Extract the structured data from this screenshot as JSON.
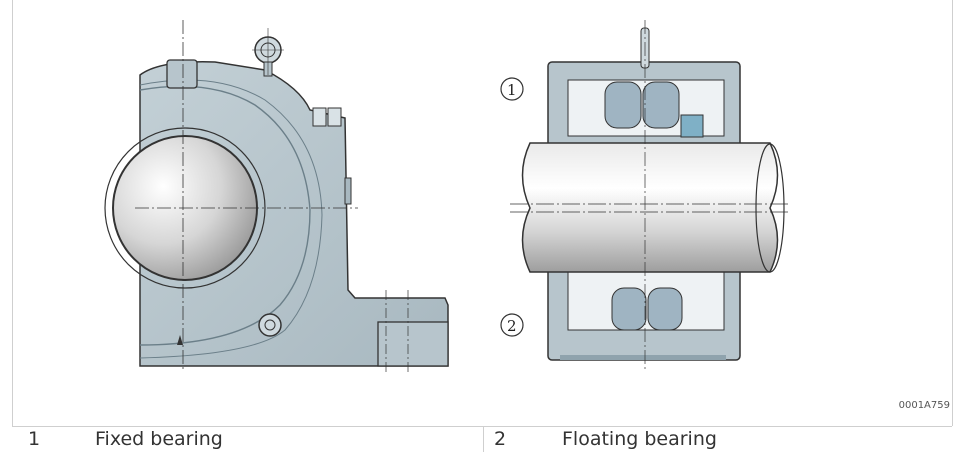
{
  "figure": {
    "id": "0001A759",
    "callouts": [
      "1",
      "2"
    ]
  },
  "legend": [
    {
      "number": "1",
      "text": "Fixed bearing"
    },
    {
      "number": "2",
      "text": "Floating bearing"
    }
  ],
  "colors": {
    "housing": "#b7c5cc",
    "housing_dark": "#8fa3ad",
    "shaft_light": "#f4f4f4",
    "shaft_dark": "#b8b8b8",
    "roller": "#9fb4c2",
    "outline": "#333333"
  }
}
